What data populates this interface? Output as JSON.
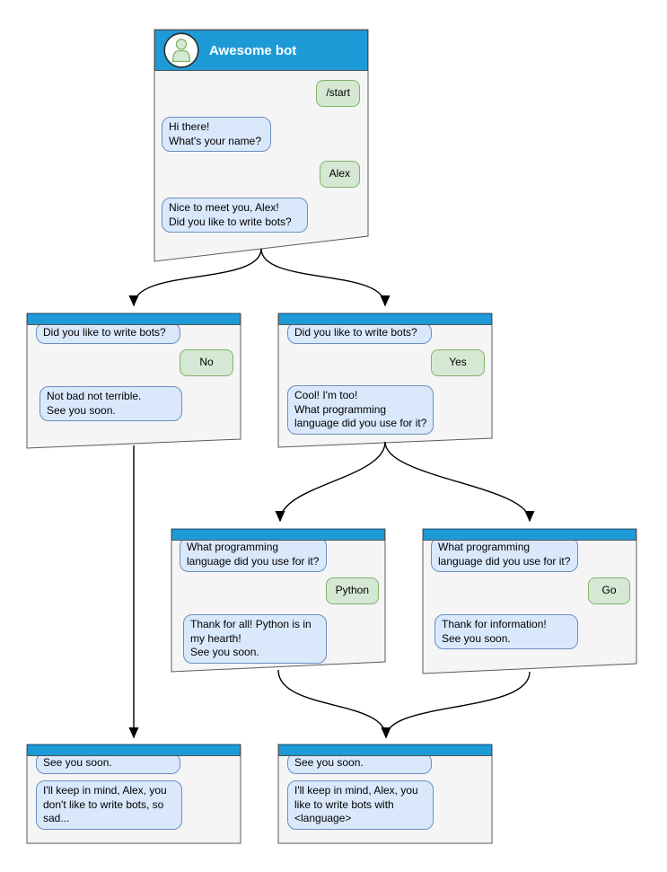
{
  "diagram": {
    "root": {
      "title": "Awesome bot",
      "messages": {
        "start": "/start",
        "hi": "Hi there!\nWhat's your name?",
        "alex": "Alex",
        "nice": "Nice to meet you, Alex!\nDid you like to write bots?"
      }
    },
    "no_branch": {
      "question": "Did you like to write bots?",
      "answer": "No",
      "reply": "Not bad not terrible.\nSee you soon."
    },
    "yes_branch": {
      "question": "Did you like to write bots?",
      "answer": "Yes",
      "reply": "Cool! I'm too!\nWhat programming\nlanguage did you use for it?"
    },
    "python_branch": {
      "question": "What programming\nlanguage did you use for it?",
      "answer": "Python",
      "reply": "Thank for all! Python is in\nmy hearth!\nSee you soon."
    },
    "go_branch": {
      "question": "What programming\nlanguage did you use for it?",
      "answer": "Go",
      "reply": "Thank for information!\nSee you soon."
    },
    "bye_no": {
      "question": "See you soon.",
      "reply": "I'll keep in mind, Alex, you\ndon't like to write bots, so\nsad..."
    },
    "bye_yes": {
      "question": "See you soon.",
      "reply": "I'll keep in mind, Alex, you\nlike to write bots with\n<language>"
    },
    "colors": {
      "header_blue": "#1E9BD7",
      "header_top_edge": "#0D6DA6",
      "bot_bubble_fill": "#DAE8FC",
      "bot_bubble_border": "#6C8EBF",
      "user_bubble_fill": "#D5E8D4",
      "user_bubble_border": "#82B366",
      "window_fill": "#F5F5F5",
      "window_border": "#5A5A5A",
      "arrow": "#000000",
      "title_text": "#FFFFFF"
    }
  }
}
